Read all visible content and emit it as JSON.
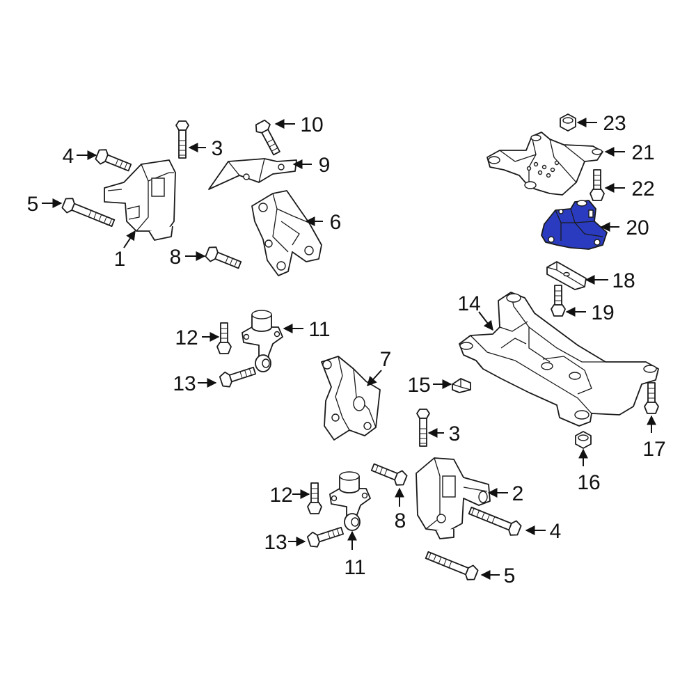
{
  "colors": {
    "line": "#1a1a1a",
    "text": "#111111",
    "highlight": "#2a3bbf",
    "background": "#ffffff"
  },
  "callouts": [
    {
      "id": "c1",
      "label": "1"
    },
    {
      "id": "c2",
      "label": "2"
    },
    {
      "id": "c3a",
      "label": "3"
    },
    {
      "id": "c3b",
      "label": "3"
    },
    {
      "id": "c4a",
      "label": "4"
    },
    {
      "id": "c4b",
      "label": "4"
    },
    {
      "id": "c5a",
      "label": "5"
    },
    {
      "id": "c5b",
      "label": "5"
    },
    {
      "id": "c6",
      "label": "6"
    },
    {
      "id": "c7",
      "label": "7"
    },
    {
      "id": "c8a",
      "label": "8"
    },
    {
      "id": "c8b",
      "label": "8"
    },
    {
      "id": "c9",
      "label": "9"
    },
    {
      "id": "c10",
      "label": "10"
    },
    {
      "id": "c11a",
      "label": "11"
    },
    {
      "id": "c11b",
      "label": "11"
    },
    {
      "id": "c12a",
      "label": "12"
    },
    {
      "id": "c12b",
      "label": "12"
    },
    {
      "id": "c13a",
      "label": "13"
    },
    {
      "id": "c13b",
      "label": "13"
    },
    {
      "id": "c14",
      "label": "14"
    },
    {
      "id": "c15",
      "label": "15"
    },
    {
      "id": "c16",
      "label": "16"
    },
    {
      "id": "c17",
      "label": "17"
    },
    {
      "id": "c18",
      "label": "18"
    },
    {
      "id": "c19",
      "label": "19"
    },
    {
      "id": "c20",
      "label": "20"
    },
    {
      "id": "c21",
      "label": "21"
    },
    {
      "id": "c22",
      "label": "22"
    },
    {
      "id": "c23",
      "label": "23"
    }
  ],
  "highlighted_part": "20"
}
